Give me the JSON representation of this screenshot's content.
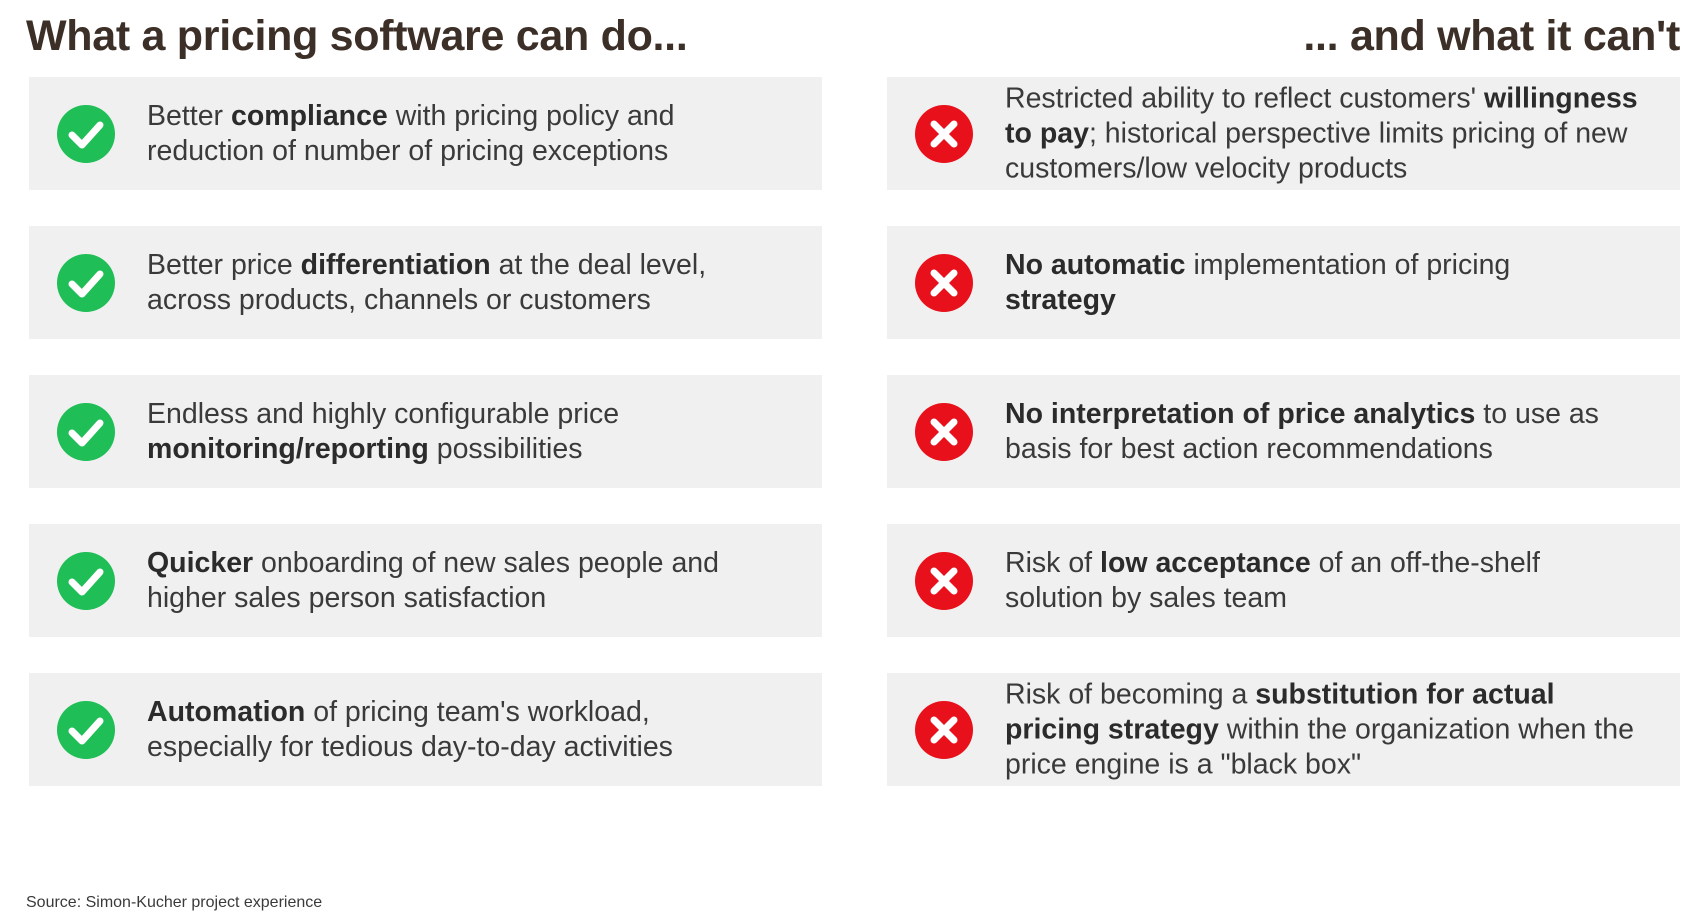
{
  "headings": {
    "left": "What a pricing software can do...",
    "right": "... and what it can't"
  },
  "colors": {
    "check": "#1fbe56",
    "cross": "#e8101b",
    "card_bg": "#f0f0f0",
    "heading": "#3b2f27"
  },
  "can_do": [
    {
      "icon": "check-icon",
      "lines": [
        [
          {
            "t": "Better "
          },
          {
            "t": "compliance",
            "b": true
          },
          {
            "t": " with pricing policy and"
          }
        ],
        [
          {
            "t": "reduction of number of pricing exceptions"
          }
        ]
      ]
    },
    {
      "icon": "check-icon",
      "lines": [
        [
          {
            "t": "Better price "
          },
          {
            "t": "differentiation",
            "b": true
          },
          {
            "t": " at the deal level,"
          }
        ],
        [
          {
            "t": "across products, channels or customers"
          }
        ]
      ]
    },
    {
      "icon": "check-icon",
      "lines": [
        [
          {
            "t": "Endless and highly configurable price"
          }
        ],
        [
          {
            "t": "monitoring/reporting",
            "b": true
          },
          {
            "t": " possibilities"
          }
        ]
      ]
    },
    {
      "icon": "check-icon",
      "lines": [
        [
          {
            "t": "Quicker",
            "b": true
          },
          {
            "t": " onboarding of new sales people and"
          }
        ],
        [
          {
            "t": "higher sales person satisfaction"
          }
        ]
      ]
    },
    {
      "icon": "check-icon",
      "lines": [
        [
          {
            "t": "Automation",
            "b": true
          },
          {
            "t": " of pricing team's workload,"
          }
        ],
        [
          {
            "t": "especially for tedious day-to-day activities"
          }
        ]
      ]
    }
  ],
  "cannot_do": [
    {
      "icon": "cross-icon",
      "lines": [
        [
          {
            "t": "Restricted ability to reflect customers' "
          },
          {
            "t": "willingness",
            "b": true
          }
        ],
        [
          {
            "t": "to pay",
            "b": true
          },
          {
            "t": "; historical perspective limits pricing of new"
          }
        ],
        [
          {
            "t": "customers/low velocity products"
          }
        ]
      ]
    },
    {
      "icon": "cross-icon",
      "lines": [
        [
          {
            "t": "No automatic",
            "b": true
          },
          {
            "t": " implementation of pricing"
          }
        ],
        [
          {
            "t": "strategy",
            "b": true
          }
        ]
      ]
    },
    {
      "icon": "cross-icon",
      "lines": [
        [
          {
            "t": "No interpretation of price analytics",
            "b": true
          },
          {
            "t": " to use as"
          }
        ],
        [
          {
            "t": "basis for best action recommendations"
          }
        ]
      ]
    },
    {
      "icon": "cross-icon",
      "lines": [
        [
          {
            "t": "Risk of "
          },
          {
            "t": "low acceptance",
            "b": true
          },
          {
            "t": " of an off-the-shelf"
          }
        ],
        [
          {
            "t": "solution by sales team"
          }
        ]
      ]
    },
    {
      "icon": "cross-icon",
      "lines": [
        [
          {
            "t": "Risk of becoming a "
          },
          {
            "t": "substitution for actual",
            "b": true
          }
        ],
        [
          {
            "t": "pricing strategy",
            "b": true
          },
          {
            "t": " within the organization when the"
          }
        ],
        [
          {
            "t": "price engine is a \"black box\""
          }
        ]
      ]
    }
  ],
  "source": "Source: Simon-Kucher project experience"
}
